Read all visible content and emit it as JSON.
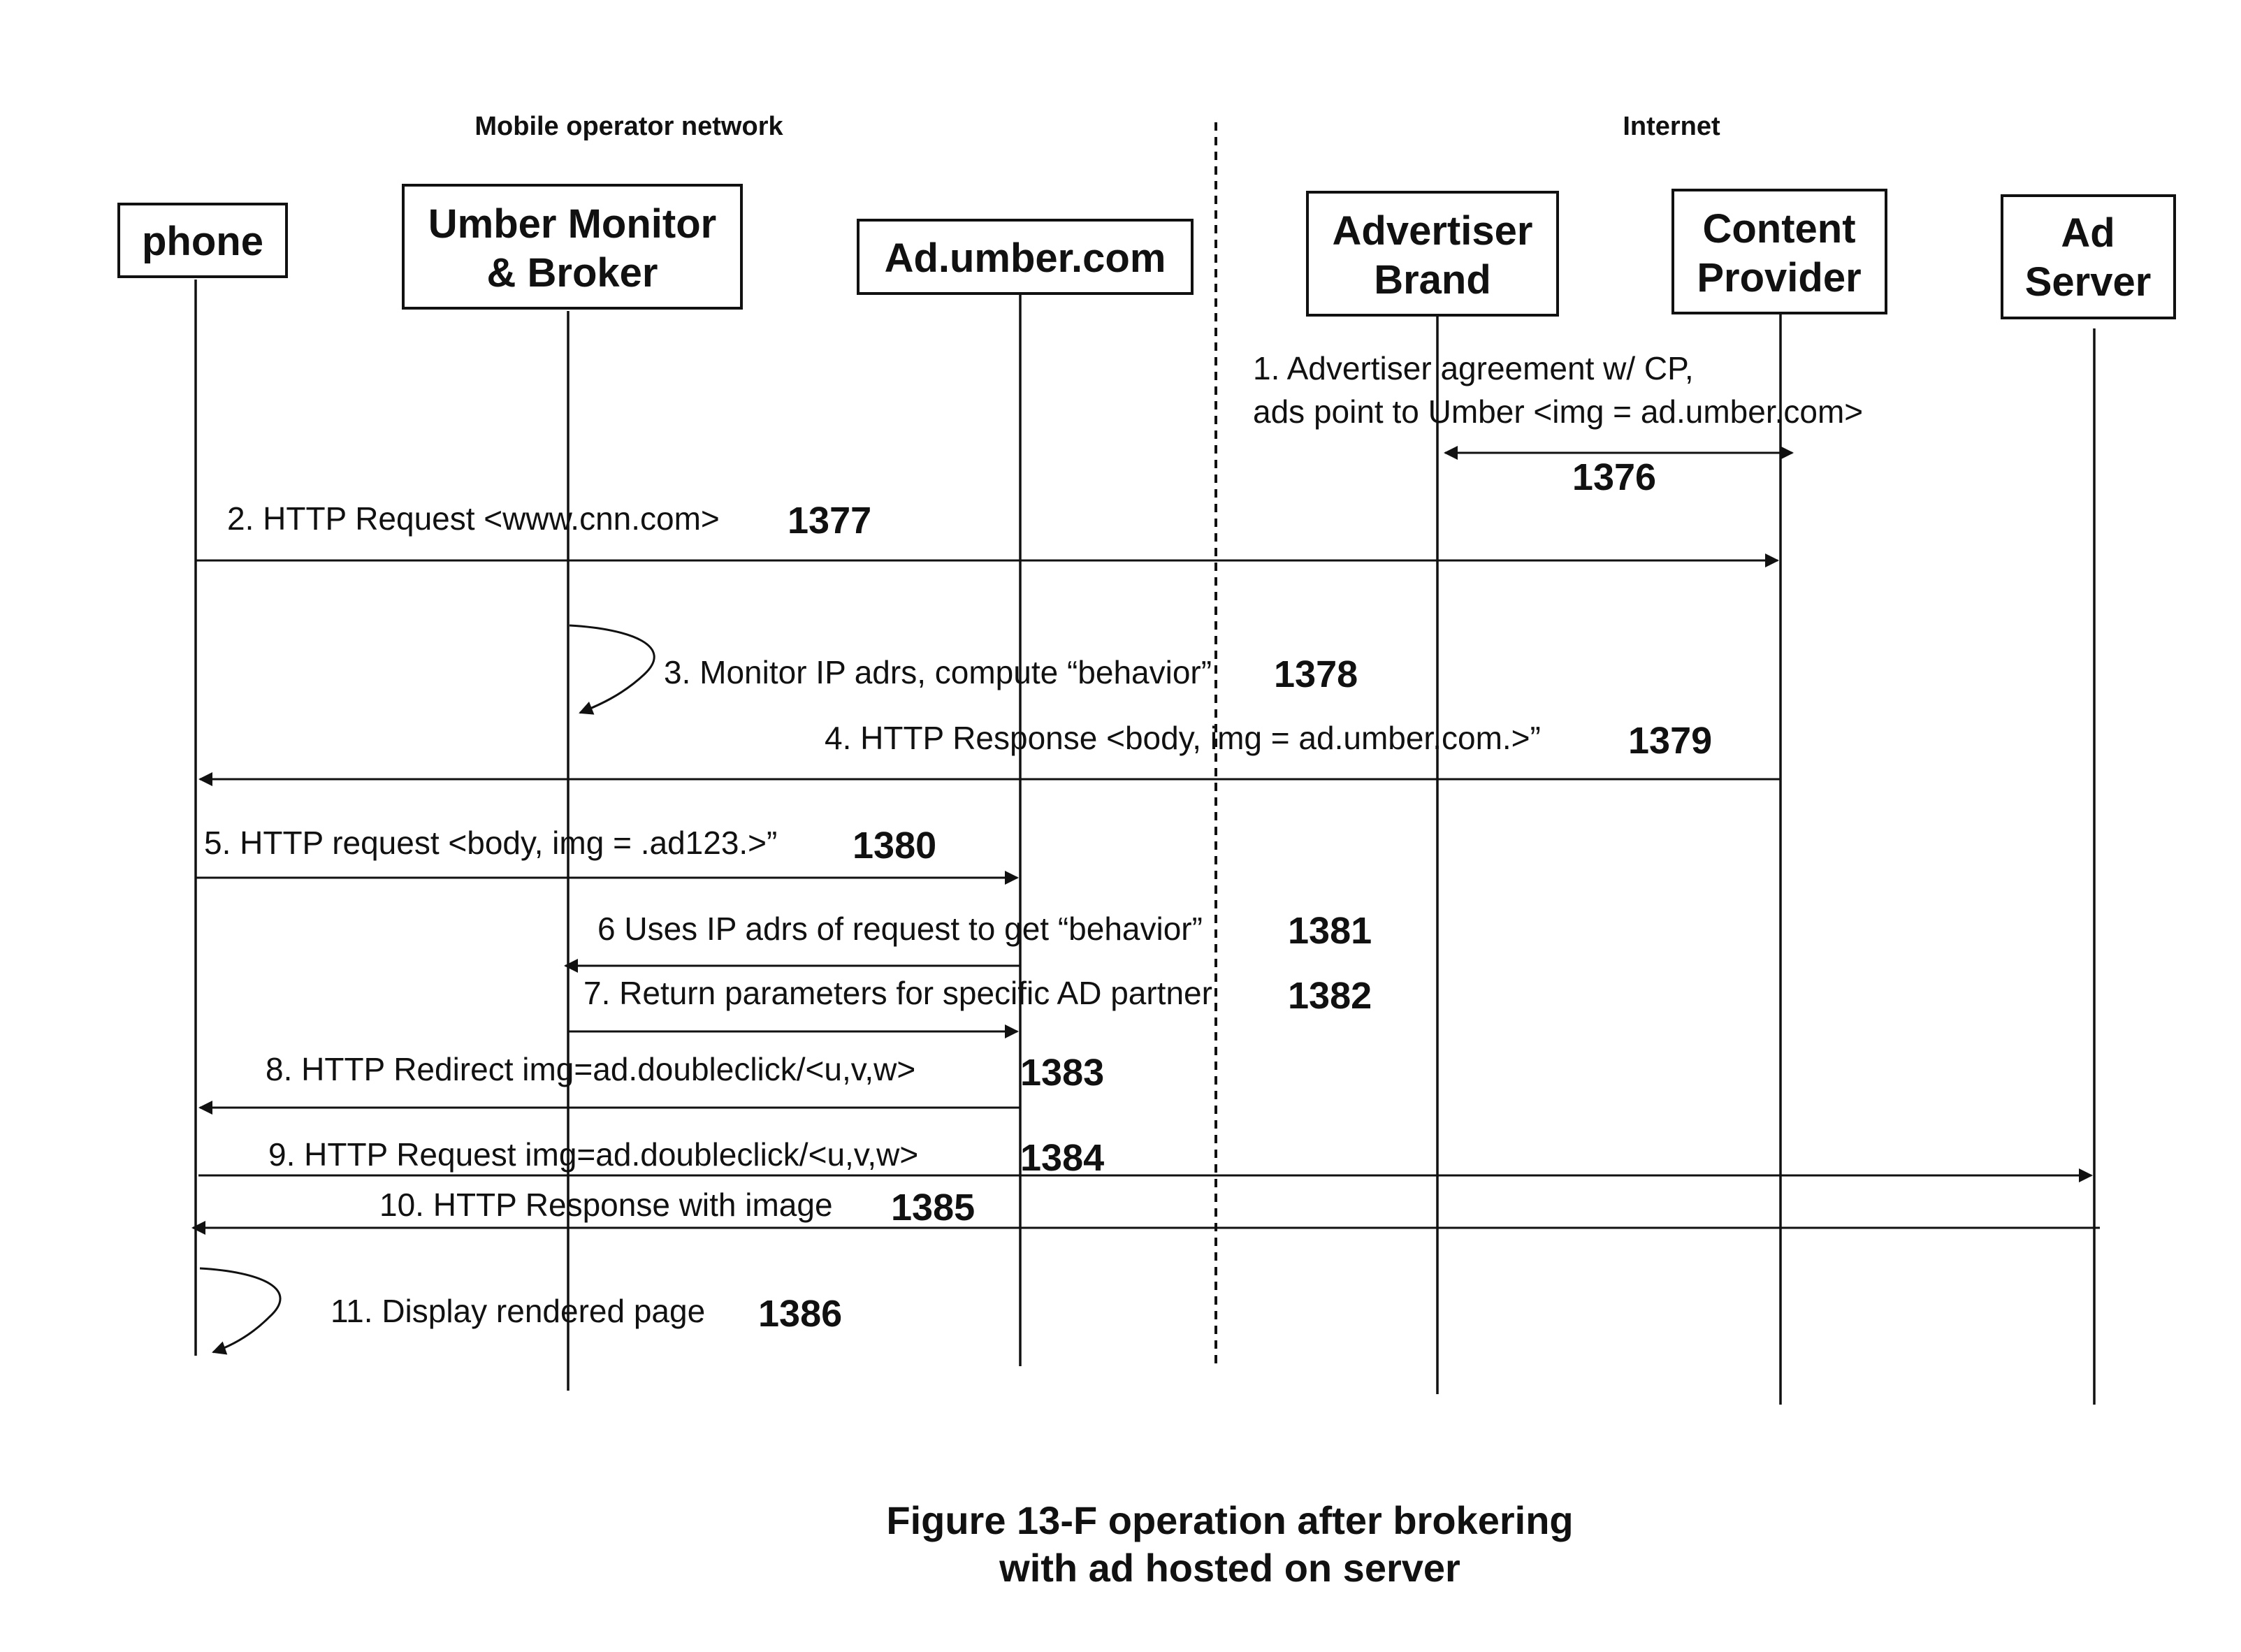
{
  "regions": {
    "mobile_operator": "Mobile operator network",
    "internet": "Internet"
  },
  "actors": {
    "phone": [
      "phone"
    ],
    "umber_monitor": [
      "Umber Monitor",
      "& Broker"
    ],
    "ad_umber": [
      "Ad.umber.com"
    ],
    "advertiser": [
      "Advertiser",
      "Brand"
    ],
    "content_provider": [
      "Content",
      "Provider"
    ],
    "ad_server": [
      "Ad",
      "Server"
    ]
  },
  "messages": [
    {
      "id": "m1",
      "lines": [
        "1.     Advertiser agreement w/ CP,",
        "ads point to Umber <img = ad.umber.com>"
      ],
      "ref": "1376",
      "from": "advertiser",
      "to": "content_provider",
      "style": "bidirectional"
    },
    {
      "id": "m2",
      "lines": [
        "2. HTTP Request <www.cnn.com>"
      ],
      "ref": "1377",
      "from": "phone",
      "to": "content_provider",
      "style": "arrow"
    },
    {
      "id": "m3",
      "lines": [
        "3. Monitor IP adrs, compute “behavior”"
      ],
      "ref": "1378",
      "from": "umber_monitor",
      "to": "umber_monitor",
      "style": "self"
    },
    {
      "id": "m4",
      "lines": [
        "4. HTTP Response <body, img = ad.umber.com.>”"
      ],
      "ref": "1379",
      "from": "content_provider",
      "to": "phone",
      "style": "arrow"
    },
    {
      "id": "m5",
      "lines": [
        "5. HTTP request <body, img = .ad123.>”"
      ],
      "ref": "1380",
      "from": "phone",
      "to": "ad_umber",
      "style": "arrow"
    },
    {
      "id": "m6",
      "lines": [
        "6 Uses IP adrs of request to get “behavior”"
      ],
      "ref": "1381",
      "from": "ad_umber",
      "to": "umber_monitor",
      "style": "arrow"
    },
    {
      "id": "m7",
      "lines": [
        "7. Return parameters for specific AD partner"
      ],
      "ref": "1382",
      "from": "umber_monitor",
      "to": "ad_umber",
      "style": "arrow"
    },
    {
      "id": "m8",
      "lines": [
        "8. HTTP Redirect img=ad.doubleclick/<u,v,w>"
      ],
      "ref": "1383",
      "from": "ad_umber",
      "to": "phone",
      "style": "arrow"
    },
    {
      "id": "m9",
      "lines": [
        "9. HTTP Request img=ad.doubleclick/<u,v,w>"
      ],
      "ref": "1384",
      "from": "phone",
      "to": "ad_server",
      "style": "arrow"
    },
    {
      "id": "m10",
      "lines": [
        "10. HTTP Response with image"
      ],
      "ref": "1385",
      "from": "ad_server",
      "to": "phone",
      "style": "arrow"
    },
    {
      "id": "m11",
      "lines": [
        "11. Display rendered page"
      ],
      "ref": "1386",
      "from": "phone",
      "to": "phone",
      "style": "self"
    }
  ],
  "caption": [
    "Figure 13-F operation after brokering",
    "with ad hosted on server"
  ]
}
